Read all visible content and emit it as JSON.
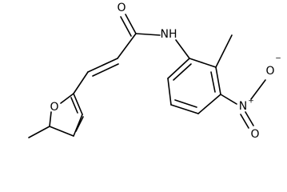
{
  "molecule": {
    "atoms": {
      "carbonyl_oxygen": "O",
      "amide_nitrogen": "NH",
      "furan_oxygen": "O",
      "nitro_nitrogen": "N",
      "nitro_nitrogen_charge": "+",
      "nitro_oxygen_top": "O",
      "nitro_oxygen_top_charge": "−",
      "nitro_oxygen_bottom": "O"
    }
  },
  "colors": {
    "bond": "#000000",
    "label": "#000000",
    "background": "#ffffff"
  }
}
